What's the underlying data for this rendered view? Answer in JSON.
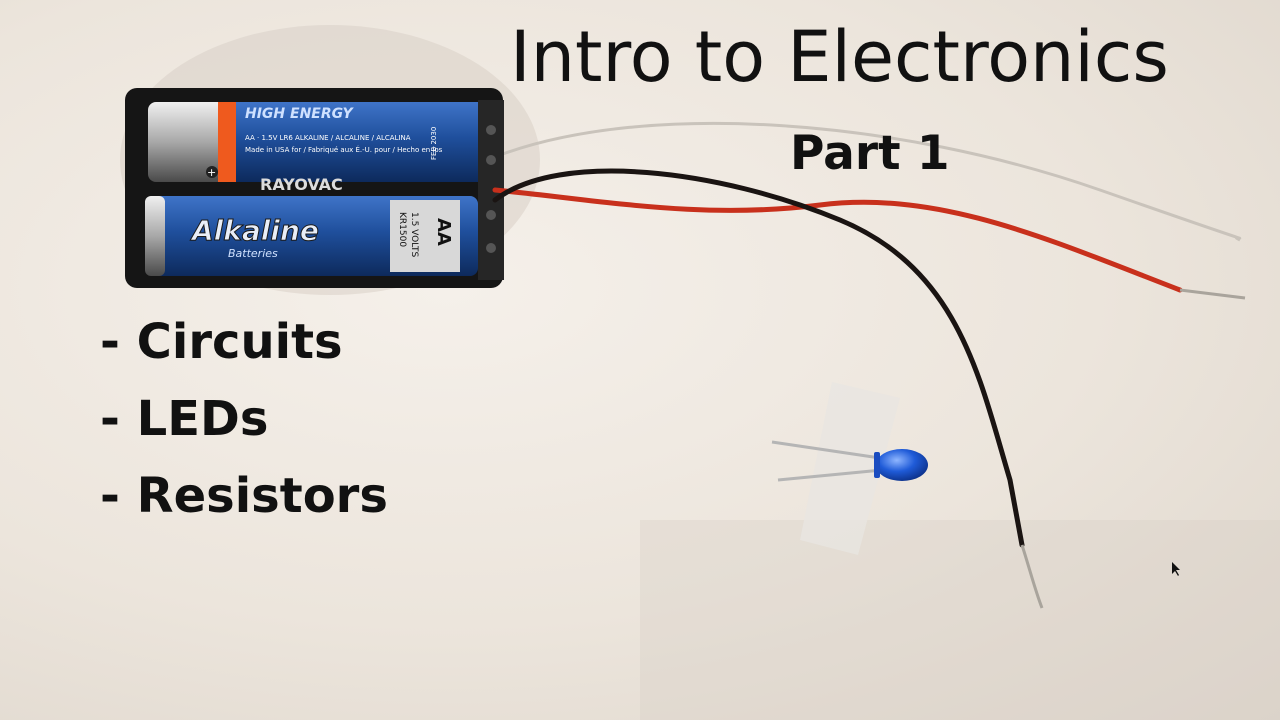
{
  "title": "Intro to Electronics",
  "subtitle": "Part 1",
  "topics": [
    "- Circuits",
    "- LEDs",
    "- Resistors"
  ],
  "battery_top": {
    "brand_band": "HIGH ENERGY",
    "size": "AA",
    "fine_print": "AA · 1.5V LR6 ALKALINE / ALCALINE / ALCALINA",
    "fine_print_2": "Made in USA for / Fabriqué aux É.-U. pour / Hecho en los",
    "brand": "RAYOVAC",
    "date": "FEB 2030"
  },
  "battery_bottom": {
    "brand": "Alkaline",
    "sub_brand": "Batteries",
    "size": "AA",
    "volts": "1.5 VOLTS",
    "code": "KR1500"
  },
  "colors": {
    "battery_blue": "#1f4f9c",
    "wire_red": "#c8301c",
    "wire_black": "#1a1412",
    "led_blue": "#1f5bd8",
    "holder": "#151515"
  },
  "icons": [
    "mouse-cursor-icon"
  ]
}
